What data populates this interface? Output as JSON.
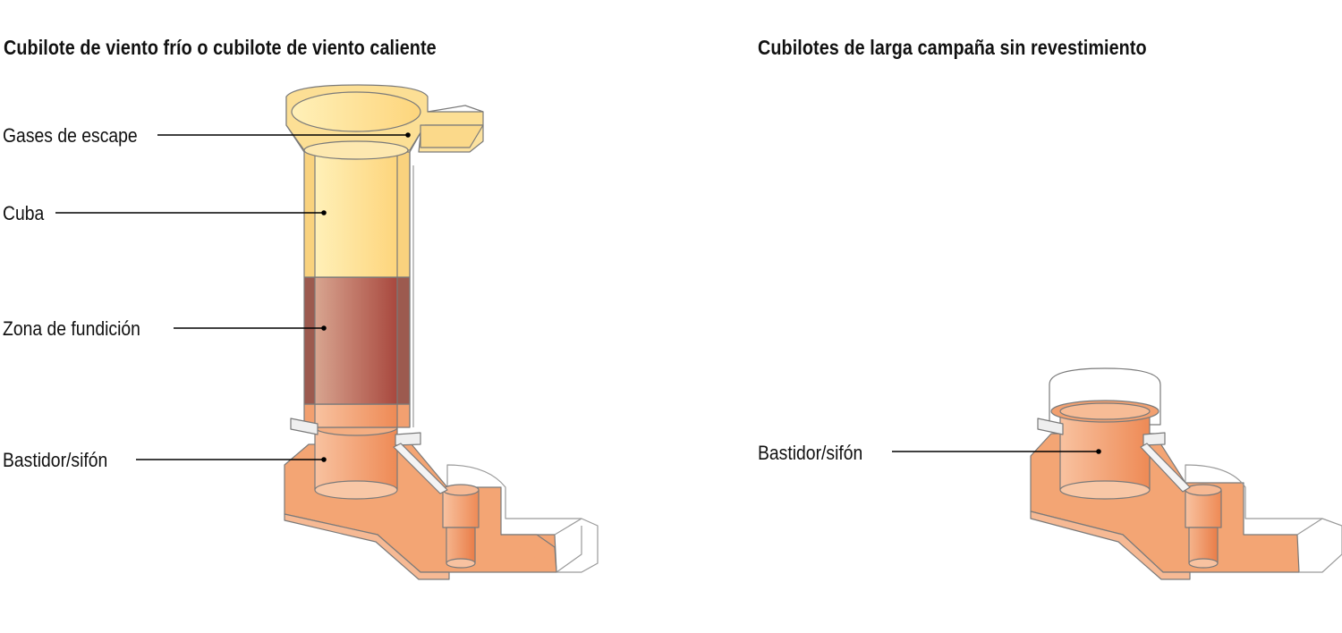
{
  "left_panel": {
    "title": "Cubilote de viento frío o cubilote de viento caliente",
    "labels": {
      "gases": "Gases de escape",
      "cuba": "Cuba",
      "zona": "Zona de fundición",
      "bastidor": "Bastidor/sifón"
    }
  },
  "right_panel": {
    "title": "Cubilotes de larga campaña sin revestimiento",
    "labels": {
      "bastidor": "Bastidor/sifón"
    }
  },
  "colors": {
    "shaft_yellow": "#FDDD8A",
    "melt_brown": "#B9665A",
    "hearth_orange": "#F2A070",
    "outline": "#8a8a8a"
  }
}
